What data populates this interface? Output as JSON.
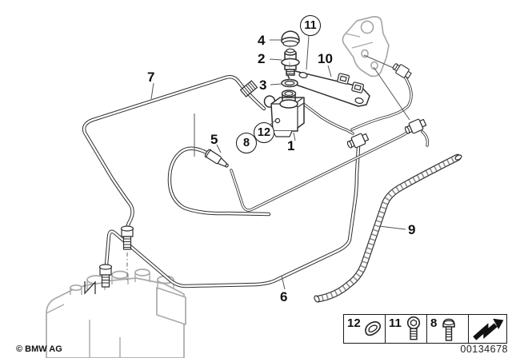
{
  "watermark": {
    "copyright": "© BMW AG"
  },
  "footer": {
    "document_number": "00134678"
  },
  "callouts": {
    "c1": {
      "text": "1",
      "circled": false
    },
    "c2": {
      "text": "2",
      "circled": false
    },
    "c3": {
      "text": "3",
      "circled": false
    },
    "c4": {
      "text": "4",
      "circled": false
    },
    "c5": {
      "text": "5",
      "circled": false
    },
    "c6": {
      "text": "6",
      "circled": false
    },
    "c7": {
      "text": "7",
      "circled": false
    },
    "c8": {
      "text": "8",
      "circled": true
    },
    "c9": {
      "text": "9",
      "circled": false
    },
    "c10": {
      "text": "10",
      "circled": false
    },
    "c11": {
      "text": "11",
      "circled": true
    },
    "c12": {
      "text": "12",
      "circled": true
    }
  },
  "legend": {
    "items": [
      {
        "number": "12",
        "icon": "retainer-clip-icon"
      },
      {
        "number": "11",
        "icon": "socket-head-screw-icon"
      },
      {
        "number": "8",
        "icon": "hex-bolt-icon"
      }
    ],
    "nav_arrow_icon": "next-diagram-arrow-icon"
  },
  "colors": {
    "background": "#ffffff",
    "line": "#2f2f2f",
    "muted_part": "#a9a9a9",
    "text": "#111111"
  }
}
